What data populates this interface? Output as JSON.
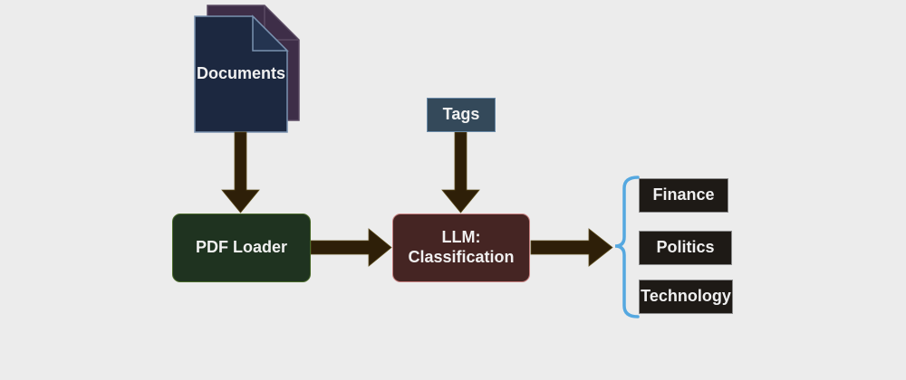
{
  "nodes": {
    "documents": {
      "label": "Documents",
      "fill": "#1c2840",
      "back_fill": "#3e2e48"
    },
    "pdf_loader": {
      "label": "PDF Loader",
      "fill": "#1f3320"
    },
    "tags": {
      "label": "Tags",
      "fill": "#34495a"
    },
    "llm": {
      "label": "LLM:\nClassification",
      "line1": "LLM:",
      "line2": "Classification",
      "fill": "#452523"
    }
  },
  "categories": [
    {
      "label": "Finance"
    },
    {
      "label": "Politics"
    },
    {
      "label": "Technology"
    }
  ],
  "edges": [
    {
      "from": "documents",
      "to": "pdf_loader"
    },
    {
      "from": "tags",
      "to": "llm"
    },
    {
      "from": "pdf_loader",
      "to": "llm"
    },
    {
      "from": "llm",
      "to": "categories"
    }
  ],
  "colors": {
    "arrow": "#2e1f08",
    "brace": "#55a8e0",
    "background": "#ececec"
  }
}
